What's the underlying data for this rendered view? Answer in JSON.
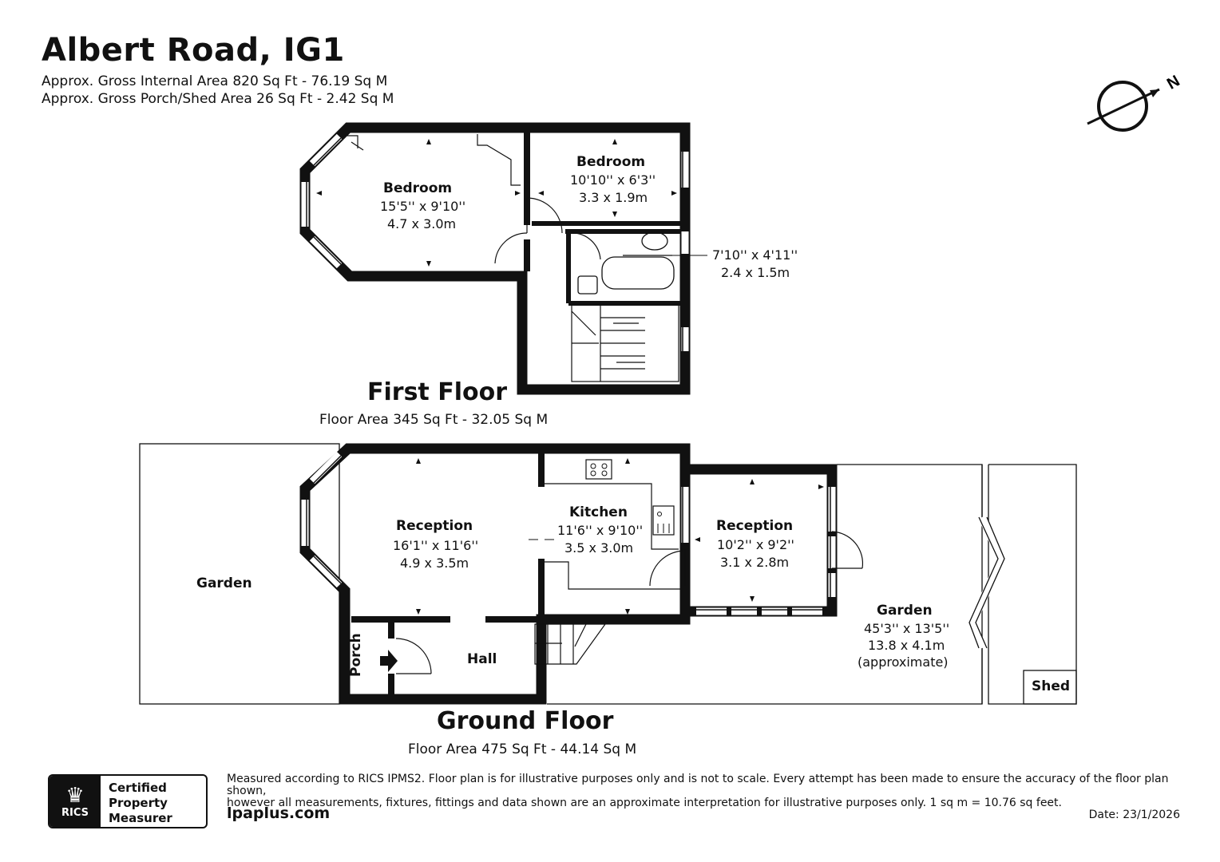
{
  "header": {
    "title": "Albert Road, IG1",
    "gross_internal": "Approx. Gross Internal Area 820 Sq Ft - 76.19 Sq M",
    "gross_porch_shed": "Approx. Gross Porch/Shed Area 26 Sq Ft - 2.42 Sq M"
  },
  "compass": {
    "label": "N",
    "icon": "north-arrow-icon"
  },
  "first_floor": {
    "title": "First Floor",
    "area": "Floor Area 345 Sq Ft - 32.05 Sq M",
    "bedroom1": {
      "name": "Bedroom",
      "imperial": "15'5'' x 9'10''",
      "metric": "4.7 x 3.0m"
    },
    "bedroom2": {
      "name": "Bedroom",
      "imperial": "10'10'' x 6'3''",
      "metric": "3.3 x 1.9m"
    },
    "bathroom": {
      "imperial": "7'10'' x 4'11''",
      "metric": "2.4 x 1.5m"
    }
  },
  "ground_floor": {
    "title": "Ground Floor",
    "area": "Floor Area 475 Sq Ft - 44.14 Sq M",
    "front_garden": "Garden",
    "reception1": {
      "name": "Reception",
      "imperial": "16'1'' x 11'6''",
      "metric": "4.9 x 3.5m"
    },
    "kitchen": {
      "name": "Kitchen",
      "imperial": "11'6'' x 9'10''",
      "metric": "3.5 x 3.0m"
    },
    "reception2": {
      "name": "Reception",
      "imperial": "10'2'' x 9'2''",
      "metric": "3.1 x 2.8m"
    },
    "porch": "Porch",
    "hall": "Hall",
    "rear_garden": {
      "name": "Garden",
      "imperial": "45'3'' x 13'5''",
      "metric": "13.8 x 4.1m",
      "note": "(approximate)"
    },
    "shed": "Shed"
  },
  "footer": {
    "disclaimer_line1": "Measured according to RICS IPMS2. Floor plan is for illustrative purposes only and is not to scale. Every attempt has been made to ensure the accuracy of the floor plan shown,",
    "disclaimer_line2": "however all measurements, fixtures, fittings and data shown are an approximate interpretation for illustrative purposes only. 1 sq m = 10.76 sq feet.",
    "website": "lpaplus.com",
    "date": "Date: 23/1/2026",
    "logo_rics": "RICS",
    "logo_line1": "Certified",
    "logo_line2": "Property",
    "logo_line3": "Measurer"
  }
}
